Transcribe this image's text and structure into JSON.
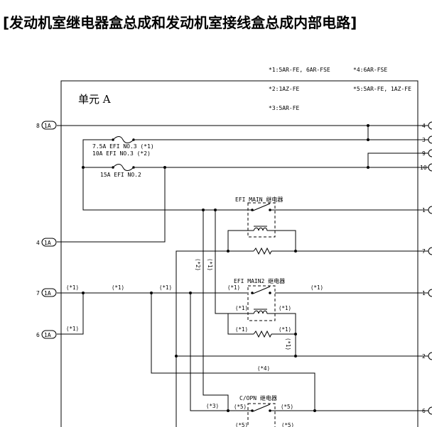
{
  "title": "[发动机室继电器盒总成和发动机室接线盒总成内部电路]",
  "notes_left": [
    "*1:5AR-FE, 6AR-FSE",
    "*2:1AZ-FE",
    "*3:5AR-FE"
  ],
  "notes_right": [
    "*4:6AR-FSE",
    "*5:5AR-FE, 1AZ-FE"
  ],
  "unit_label": "单元 A",
  "left_connectors": [
    {
      "pin": "8",
      "code": "1A"
    },
    {
      "pin": "4",
      "code": "1A"
    },
    {
      "pin": "7",
      "code": "1A"
    },
    {
      "pin": "6",
      "code": "1A"
    }
  ],
  "right_pins": [
    "4",
    "3",
    "9",
    "10",
    "1",
    "7",
    "1",
    "2",
    "6"
  ],
  "fuses": {
    "fuse1_line1": "7.5A EFI NO.3 (*1)",
    "fuse1_line2": "10A EFI NO.3 (*2)",
    "fuse2": "15A EFI NO.2"
  },
  "relays": {
    "efi_main": "EFI MAIN 继电器",
    "efi_main2": "EFI MAIN2 继电器",
    "c_opn": "C/OPN 继电器"
  },
  "marks": {
    "m1": "(*1)",
    "m2": "(*2)",
    "m3": "(*3)",
    "m4": "(*4)",
    "m5": "(*5)"
  }
}
